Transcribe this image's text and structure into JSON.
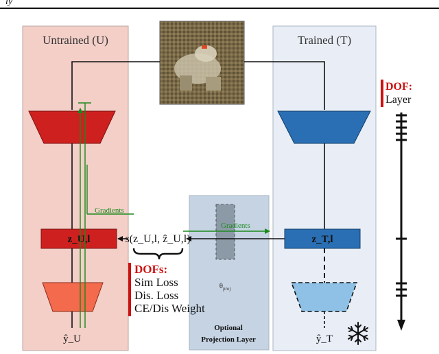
{
  "header": {
    "fragment": "ly"
  },
  "panels": {
    "untrained": {
      "label": "Untrained (U)",
      "color": "#f3cfc8"
    },
    "trained": {
      "label": "Trained (T)",
      "color": "#e9eef6"
    },
    "projection": {
      "label_line1": "Optional",
      "label_line2": "Projection Layer",
      "color": "#c5d3e3",
      "param": "θ_proj"
    }
  },
  "nodes": {
    "z_untrained": "z_U,l",
    "z_trained": "z_T,l",
    "similarity": "s(z_U,l, ẑ_U,l)",
    "y_untrained": "ŷ_U",
    "y_trained": "ŷ_T"
  },
  "edges": {
    "gradients_left": "Gradients",
    "gradients_middle": "Gradients"
  },
  "dofs": {
    "title": "DOFs:",
    "items": [
      "Sim Loss",
      "Dis. Loss",
      "CE/Dis Weight"
    ]
  },
  "dof_layer": {
    "title": "DOF:",
    "label": "Layer"
  },
  "colors": {
    "red_dark": "#cf2020",
    "red_light": "#f36a4c",
    "blue_dark": "#2a6fb4",
    "blue_light": "#8fc1e6",
    "green": "#1a8a1a",
    "dof_red": "#cc1111"
  },
  "icons": {
    "frozen": "snowflake-icon",
    "input_image": "frog-image"
  }
}
